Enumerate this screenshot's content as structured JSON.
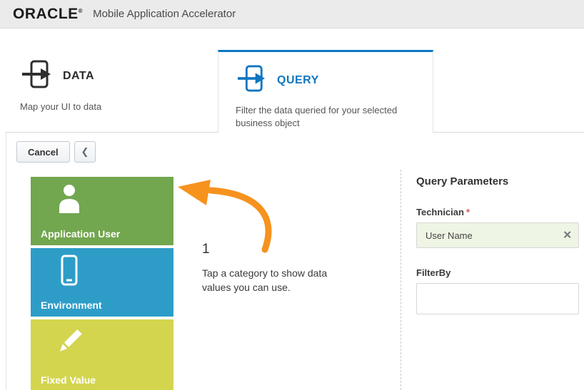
{
  "header": {
    "brand": "ORACLE",
    "reg": "®",
    "app_title": "Mobile Application Accelerator"
  },
  "tabs": [
    {
      "label": "DATA",
      "subtitle": "Map your UI to data",
      "selected": false
    },
    {
      "label": "QUERY",
      "subtitle": "Filter the data queried for your selected business object",
      "selected": true
    }
  ],
  "toolbar": {
    "cancel_label": "Cancel",
    "back_label": "❮"
  },
  "categories": [
    {
      "label": "Application User",
      "color": "#72a64f",
      "icon": "user-icon"
    },
    {
      "label": "Environment",
      "color": "#2d9dc8",
      "icon": "smartphone-icon"
    },
    {
      "label": "Fixed Value",
      "color": "#d3d54f",
      "icon": "pencil-icon"
    }
  ],
  "hint": {
    "step_number": "1",
    "text": "Tap a category to show data values you can use."
  },
  "query_parameters": {
    "title": "Query Parameters",
    "required_marker": "*",
    "clear_icon": "✕",
    "fields": [
      {
        "label": "Technician",
        "required": true,
        "value": "User Name"
      },
      {
        "label": "FilterBy",
        "required": false,
        "value": ""
      }
    ]
  },
  "accent_colors": {
    "tab_highlight": "#0b77c2",
    "arrow": "#f6921e",
    "green_tile": "#72a64f",
    "blue_tile": "#2d9dc8",
    "yellow_tile": "#d3d54f"
  }
}
